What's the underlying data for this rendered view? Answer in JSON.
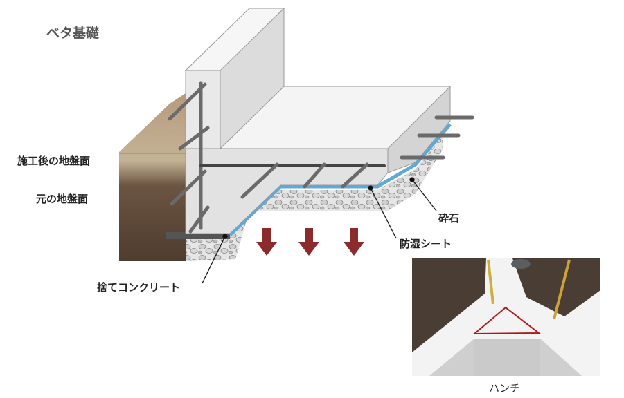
{
  "title": "ベタ基礎",
  "labels": {
    "ground_after": "施工後の地盤面",
    "ground_original": "元の地盤面",
    "lean_concrete": "捨てコンクリート",
    "crushed_stone": "砕石",
    "moisture_sheet": "防湿シート"
  },
  "photo": {
    "caption": "ハンチ"
  },
  "colors": {
    "arrow": "#8b2b2b",
    "sheet": "#5fa8d8",
    "haunch_outline": "#b01818",
    "soil_top": "#a88a6a",
    "soil_bottom": "#5b4636"
  }
}
